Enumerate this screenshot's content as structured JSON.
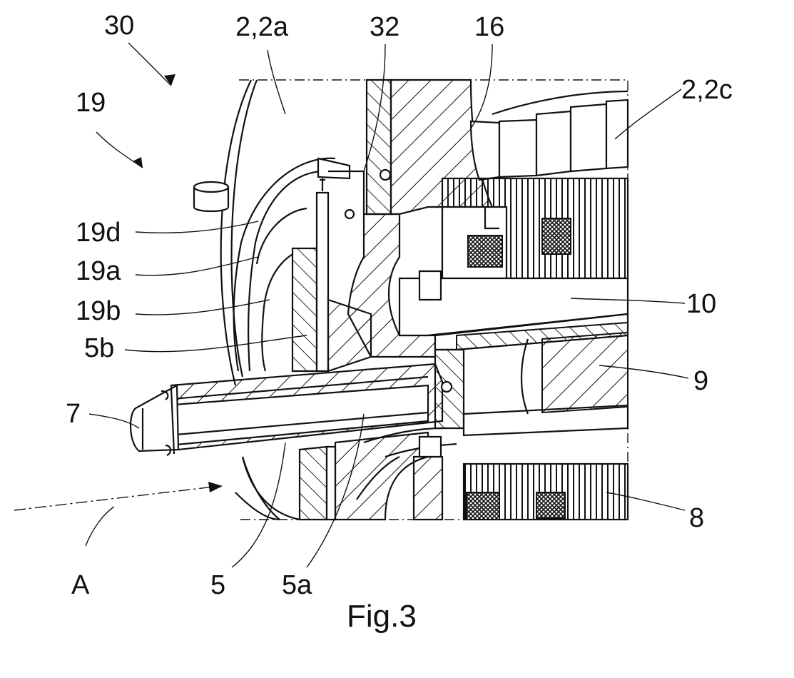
{
  "figure": {
    "caption": "Fig.3",
    "labels": {
      "ref_30": "30",
      "ref_19": "19",
      "ref_2_2a": "2,2a",
      "ref_32": "32",
      "ref_16": "16",
      "ref_2_2c": "2,2c",
      "ref_19d": "19d",
      "ref_19a": "19a",
      "ref_19b": "19b",
      "ref_5b": "5b",
      "ref_7": "7",
      "ref_10": "10",
      "ref_9": "9",
      "ref_8": "8",
      "ref_A": "A",
      "ref_5": "5",
      "ref_5a": "5a"
    }
  }
}
